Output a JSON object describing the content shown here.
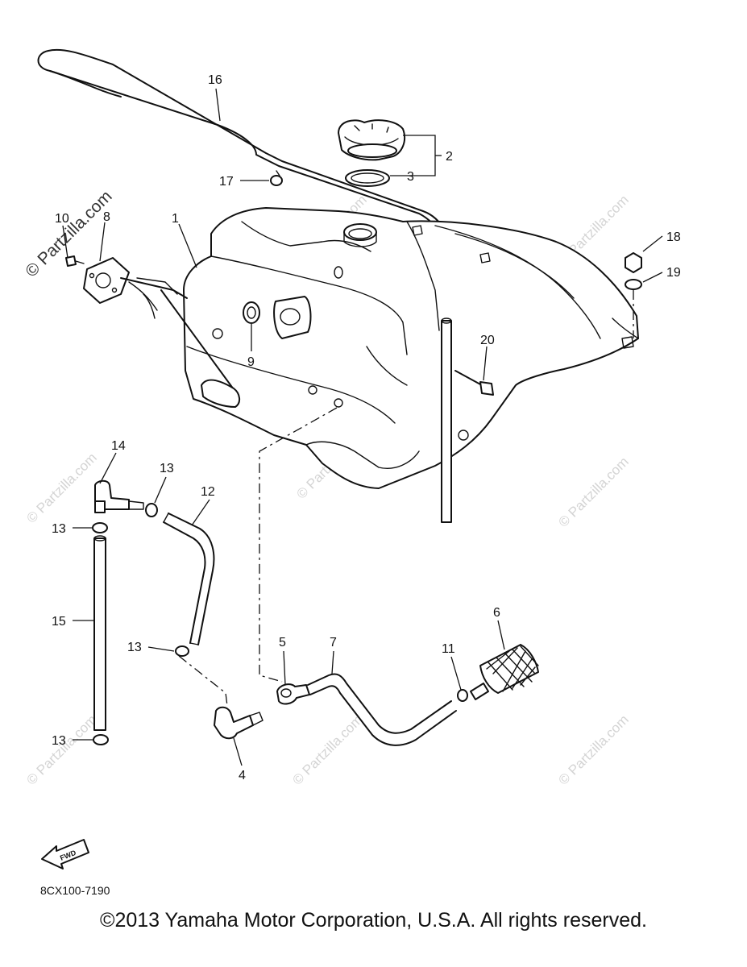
{
  "diagram": {
    "callouts": [
      "1",
      "2",
      "3",
      "4",
      "5",
      "6",
      "7",
      "8",
      "9",
      "10",
      "11",
      "12",
      "13",
      "14",
      "15",
      "16",
      "17",
      "18",
      "19",
      "20"
    ],
    "repeat_callouts": {
      "c13a": "13",
      "c13b": "13",
      "c13c": "13",
      "c13d": "13"
    },
    "part_code": "8CX100-7190",
    "fwd_label": "FWD"
  },
  "watermark": {
    "text": "© Partzilla.com",
    "prominent_text": "© Partzilla.com"
  },
  "footer": {
    "copyright": "©2013  Yamaha Motor Corporation, U.S.A. All rights reserved."
  },
  "colors": {
    "line": "#111111",
    "watermark": "#d4d4d4",
    "background": "#ffffff"
  }
}
